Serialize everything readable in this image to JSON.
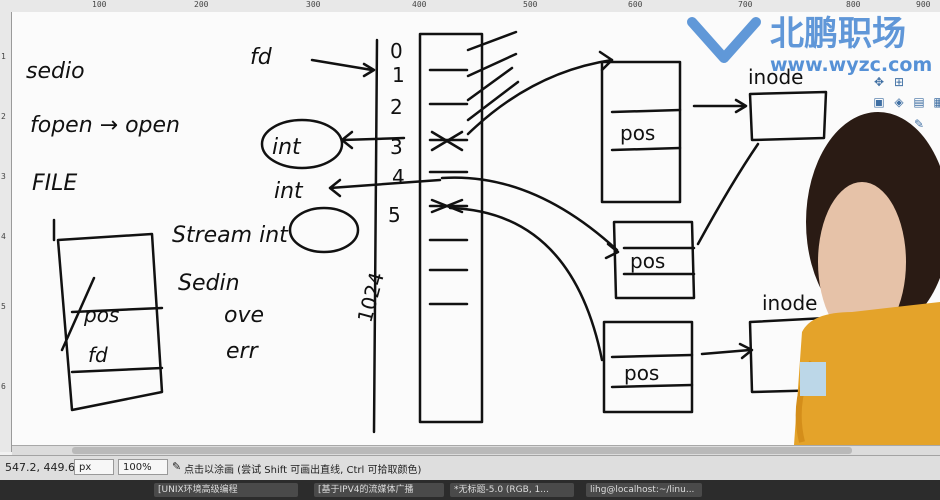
{
  "ruler": {
    "top_ticks": [
      "100",
      "200",
      "300",
      "400",
      "500",
      "600",
      "700",
      "800",
      "900"
    ],
    "left_ticks": [
      "1",
      "2",
      "3",
      "4",
      "5",
      "6"
    ]
  },
  "watermark": {
    "brand": "北鹏职场",
    "url": "www.wyzc.com"
  },
  "whiteboard": {
    "left_notes": [
      "sedio",
      "fopen → open",
      "FILE"
    ],
    "left_struct": [
      "pos",
      "fd"
    ],
    "fd_label": "fd",
    "fd_numbers": [
      "0",
      "1",
      "2",
      "3",
      "4",
      "5"
    ],
    "fd_max": "1024",
    "int_labels": [
      "int",
      "int",
      "Stream int"
    ],
    "std_notes": [
      "Sedin",
      "ove",
      "err"
    ],
    "file_struct_labels": [
      "pos",
      "pos",
      "pos"
    ],
    "inode_labels": [
      "inode",
      "inode"
    ]
  },
  "status": {
    "coords": "547.2, 449.6",
    "unit": "px",
    "zoom": "100%",
    "hint": "点击以涂画 (尝试 Shift 可画出直线, Ctrl 可拾取颜色)"
  },
  "taskbar": {
    "items": [
      "[UNIX环境高级编程",
      "[基于IPV4的流媒体广播",
      "*无标题-5.0 (RGB, 1...",
      "lihg@localhost:~/linu..."
    ]
  }
}
